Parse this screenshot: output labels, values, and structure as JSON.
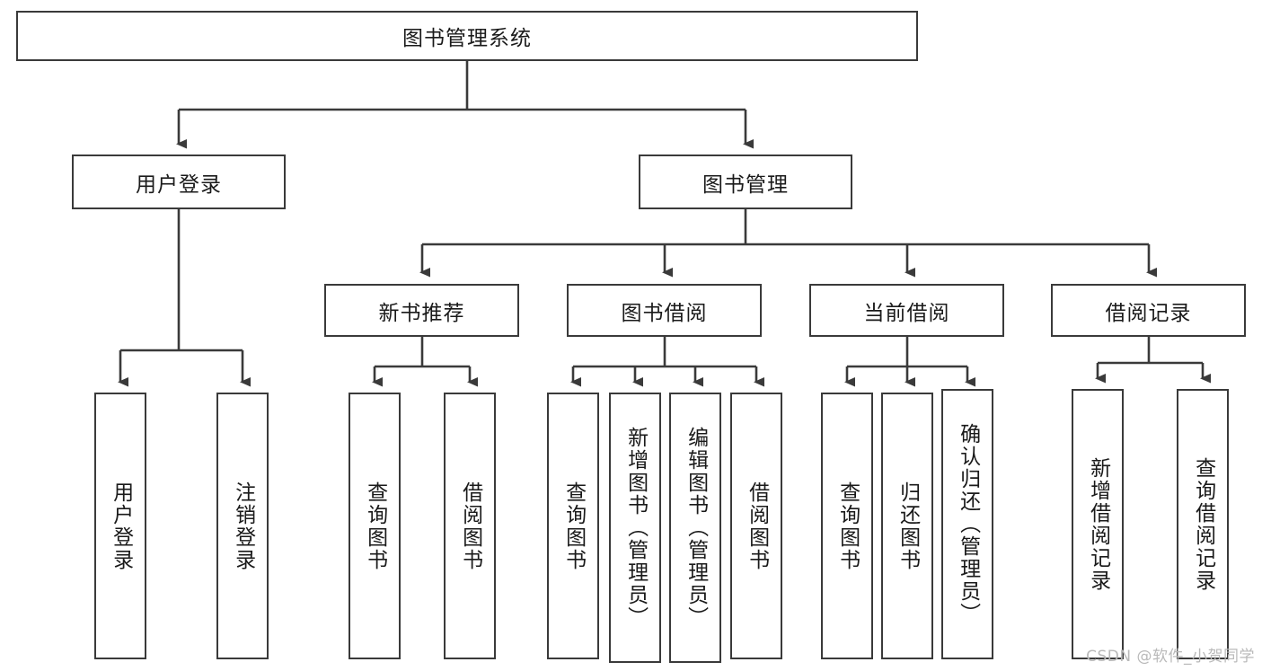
{
  "diagram": {
    "title_node": {
      "label": "图书管理系统"
    },
    "level2": [
      {
        "id": "user-login",
        "label": "用户登录"
      },
      {
        "id": "book-management",
        "label": "图书管理"
      }
    ],
    "level3": [
      {
        "id": "new-book-recommend",
        "label": "新书推荐"
      },
      {
        "id": "book-borrow",
        "label": "图书借阅"
      },
      {
        "id": "current-borrow",
        "label": "当前借阅"
      },
      {
        "id": "borrow-record",
        "label": "借阅记录"
      }
    ],
    "leaves": {
      "user_login": [
        {
          "id": "leaf-user-login",
          "label": "用户登录"
        },
        {
          "id": "leaf-logout-login",
          "label": "注销登录"
        }
      ],
      "new_book_recommend": [
        {
          "id": "leaf-query-book-1",
          "label": "查询图书"
        },
        {
          "id": "leaf-borrow-book-1",
          "label": "借阅图书"
        }
      ],
      "book_borrow": [
        {
          "id": "leaf-query-book-2",
          "label": "查询图书"
        },
        {
          "id": "leaf-add-book-admin",
          "label": "新增图书（管理员）"
        },
        {
          "id": "leaf-edit-book-admin",
          "label": "编辑图书（管理员）"
        },
        {
          "id": "leaf-borrow-book-2",
          "label": "借阅图书"
        }
      ],
      "current_borrow": [
        {
          "id": "leaf-query-book-3",
          "label": "查询图书"
        },
        {
          "id": "leaf-return-book",
          "label": "归还图书"
        },
        {
          "id": "leaf-confirm-return-admin",
          "label": "确认归还（管理员）"
        }
      ],
      "borrow_record": [
        {
          "id": "leaf-add-borrow-record",
          "label": "新增借阅记录"
        },
        {
          "id": "leaf-query-borrow-record",
          "label": "查询借阅记录"
        }
      ]
    }
  },
  "watermark": {
    "text": "CSDN @软件_小贺同学"
  },
  "colors": {
    "stroke": "#3a3a3a",
    "text": "#1a1a1a",
    "background": "#ffffff",
    "watermark": "#b9b9b9"
  }
}
